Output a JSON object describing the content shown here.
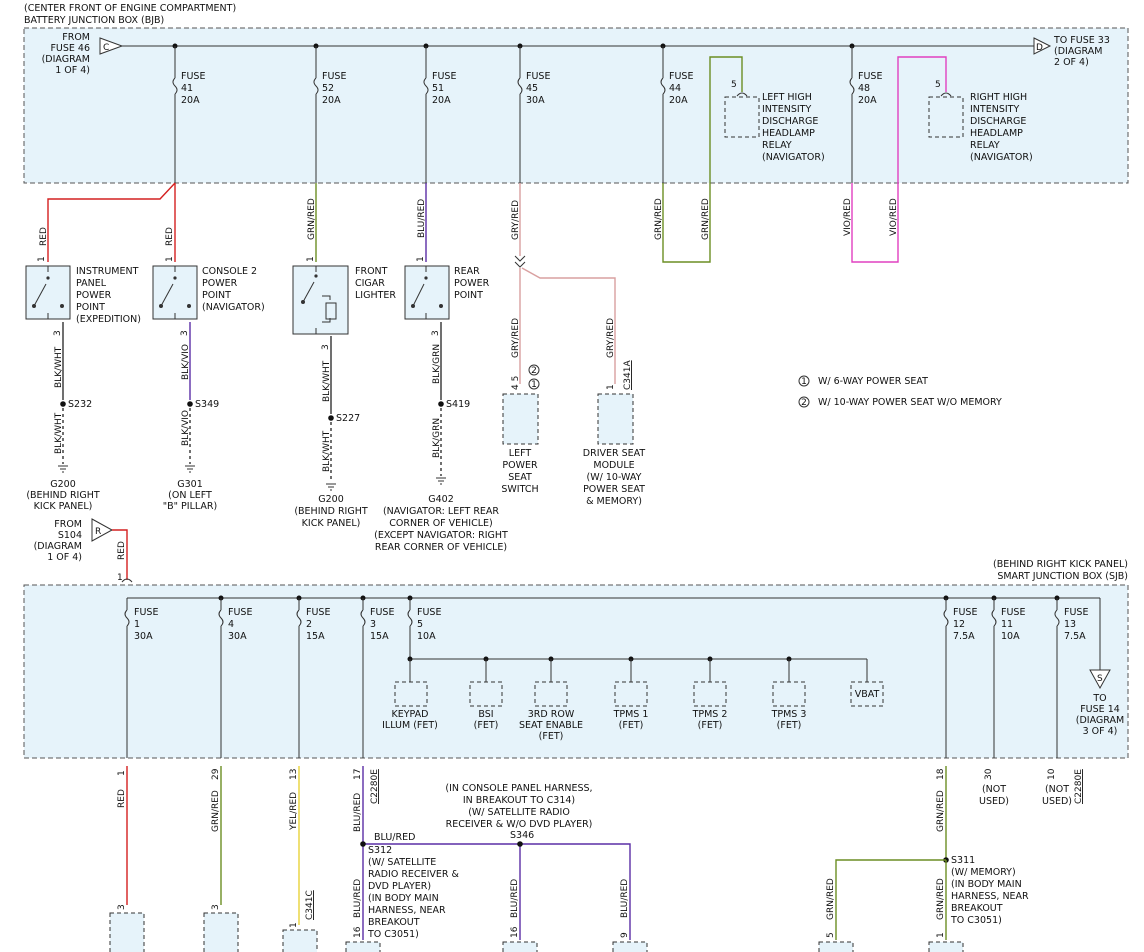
{
  "bjb": {
    "location": "(CENTER FRONT OF ENGINE COMPARTMENT)",
    "title": "BATTERY JUNCTION BOX (BJB)",
    "from_fuse": [
      "FROM",
      "FUSE 46",
      "(DIAGRAM",
      "1 OF 4)"
    ],
    "from_connector": "C",
    "to_fuse": [
      "TO FUSE 33",
      "(DIAGRAM",
      "2 OF 4)"
    ],
    "to_connector": "D",
    "fuses": [
      {
        "label": "FUSE",
        "num": "41",
        "amps": "20A"
      },
      {
        "label": "FUSE",
        "num": "52",
        "amps": "20A"
      },
      {
        "label": "FUSE",
        "num": "51",
        "amps": "20A"
      },
      {
        "label": "FUSE",
        "num": "45",
        "amps": "30A"
      },
      {
        "label": "FUSE",
        "num": "44",
        "amps": "20A"
      },
      {
        "label": "FUSE",
        "num": "48",
        "amps": "20A"
      }
    ],
    "relay_left": {
      "pin": "5",
      "lines": [
        "LEFT HIGH",
        "INTENSITY",
        "DISCHARGE",
        "HEADLAMP",
        "RELAY",
        "(NAVIGATOR)"
      ]
    },
    "relay_right": {
      "pin": "5",
      "lines": [
        "RIGHT HIGH",
        "INTENSITY",
        "DISCHARGE",
        "HEADLAMP",
        "RELAY",
        "(NAVIGATOR)"
      ]
    }
  },
  "wires": {
    "red": "RED",
    "grn_red": "GRN/RED",
    "blu_red": "BLU/RED",
    "gry_red": "GRY/RED",
    "vio_red": "VIO/RED",
    "blk_wht": "BLK/WHT",
    "blk_vio": "BLK/VIO",
    "blk_grn": "BLK/GRN",
    "yel_red": "YEL/RED"
  },
  "colors": {
    "red": "#d42020",
    "grn_red": "#6b8e23",
    "blu_red": "#5a2ea6",
    "gry_red": "#d9a0a0",
    "vio_red": "#e040c0",
    "yel_red": "#e8d23a",
    "box_fill": "#e6f3fa"
  },
  "loads": [
    {
      "name": [
        "INSTRUMENT",
        "PANEL",
        "POWER",
        "POINT",
        "(EXPEDITION)"
      ],
      "pin_in": "1",
      "pin_out": "3",
      "splice": "S232",
      "ground": [
        "G200",
        "(BEHIND RIGHT",
        "KICK PANEL)"
      ]
    },
    {
      "name": [
        "CONSOLE 2",
        "POWER",
        "POINT",
        "(NAVIGATOR)"
      ],
      "pin_in": "1",
      "pin_out": "3",
      "splice": "S349",
      "ground": [
        "G301",
        "(ON LEFT",
        "\"B\" PILLAR)"
      ]
    },
    {
      "name": [
        "FRONT",
        "CIGAR",
        "LIGHTER"
      ],
      "pin_in": "1",
      "pin_out": "3",
      "splice": "S227",
      "ground": [
        "G200",
        "(BEHIND RIGHT",
        "KICK PANEL)"
      ]
    },
    {
      "name": [
        "REAR",
        "POWER",
        "POINT"
      ],
      "pin_in": "1",
      "pin_out": "3",
      "splice": "S419",
      "ground": [
        "G402",
        "(NAVIGATOR: LEFT REAR",
        "CORNER OF VEHICLE)",
        "(EXCEPT NAVIGATOR: RIGHT",
        "REAR CORNER OF VEHICLE)"
      ]
    }
  ],
  "seat": {
    "left_switch": {
      "pins": "4 5",
      "circles": [
        "2",
        "1"
      ],
      "name": [
        "LEFT",
        "POWER",
        "SEAT",
        "SWITCH"
      ]
    },
    "driver_module": {
      "pin": "1",
      "connector": "C341A",
      "name": [
        "DRIVER SEAT",
        "MODULE",
        "(W/ 10-WAY",
        "POWER SEAT",
        "& MEMORY)"
      ]
    }
  },
  "legend": [
    {
      "num": "1",
      "text": "W/ 6-WAY POWER SEAT"
    },
    {
      "num": "2",
      "text": "W/ 10-WAY POWER SEAT W/O MEMORY"
    }
  ],
  "sjb": {
    "from": [
      "FROM",
      "S104",
      "(DIAGRAM",
      "1 OF 4)"
    ],
    "from_connector": "R",
    "from_pin": "1",
    "location": "(BEHIND RIGHT KICK PANEL)",
    "title": "SMART JUNCTION BOX (SJB)",
    "fuses": [
      {
        "label": "FUSE",
        "num": "1",
        "amps": "30A"
      },
      {
        "label": "FUSE",
        "num": "4",
        "amps": "30A"
      },
      {
        "label": "FUSE",
        "num": "2",
        "amps": "15A"
      },
      {
        "label": "FUSE",
        "num": "3",
        "amps": "15A"
      },
      {
        "label": "FUSE",
        "num": "5",
        "amps": "10A"
      },
      {
        "label": "FUSE",
        "num": "12",
        "amps": "7.5A"
      },
      {
        "label": "FUSE",
        "num": "11",
        "amps": "10A"
      },
      {
        "label": "FUSE",
        "num": "13",
        "amps": "7.5A"
      }
    ],
    "fets": [
      [
        "KEYPAD",
        "ILLUM (FET)"
      ],
      [
        "BSI",
        "(FET)"
      ],
      [
        "3RD ROW",
        "SEAT ENABLE",
        "(FET)"
      ],
      [
        "TPMS 1",
        "(FET)"
      ],
      [
        "TPMS 2",
        "(FET)"
      ],
      [
        "TPMS 3",
        "(FET)"
      ]
    ],
    "vbat": "VBAT",
    "to_connector": "S",
    "to_fuse": [
      "TO",
      "FUSE 14",
      "(DIAGRAM",
      "3 OF 4)"
    ],
    "out_pins": [
      "1",
      "29",
      "13",
      "17",
      "18",
      "30",
      "10"
    ],
    "connector": "C2280E",
    "not_used": [
      "(NOT",
      "USED)"
    ]
  },
  "lower": {
    "harness_note": [
      "(IN CONSOLE PANEL HARNESS,",
      "IN BREAKOUT TO C314)",
      "(W/ SATELLITE RADIO",
      "RECEIVER & W/O DVD PLAYER)"
    ],
    "blu_red_label": "BLU/RED",
    "s346": "S346",
    "s312": {
      "name": "S312",
      "lines": [
        "(W/ SATELLITE",
        "RADIO RECEIVER &",
        "DVD PLAYER)",
        "(IN BODY MAIN",
        "HARNESS, NEAR",
        "BREAKOUT",
        "TO C3051)"
      ]
    },
    "s311": {
      "name": "S311",
      "lines": [
        "(W/ MEMORY)",
        "(IN BODY MAIN",
        "HARNESS, NEAR",
        "BREAKOUT",
        "TO C3051)"
      ]
    },
    "bottom_pins": [
      "3",
      "3",
      "1",
      "16",
      "16",
      "9",
      "5",
      "1"
    ],
    "c341c": "C341C"
  }
}
